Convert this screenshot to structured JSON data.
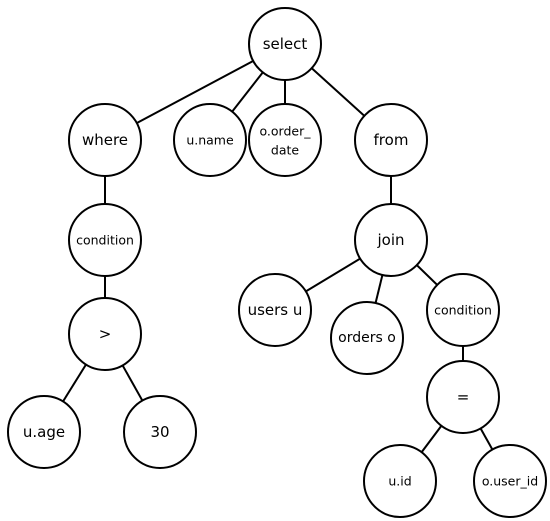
{
  "tree": {
    "nodes": [
      {
        "id": "select",
        "label": "select"
      },
      {
        "id": "where",
        "label": "where"
      },
      {
        "id": "u_name",
        "label": "u.name"
      },
      {
        "id": "o_order",
        "label": [
          "o.order_",
          "date"
        ]
      },
      {
        "id": "from",
        "label": "from"
      },
      {
        "id": "cond1",
        "label": "condition"
      },
      {
        "id": "gt",
        "label": ">"
      },
      {
        "id": "u_age",
        "label": "u.age"
      },
      {
        "id": "n30",
        "label": "30"
      },
      {
        "id": "join",
        "label": "join"
      },
      {
        "id": "users_u",
        "label": "users u"
      },
      {
        "id": "orders_o",
        "label": "orders o"
      },
      {
        "id": "cond2",
        "label": "condition"
      },
      {
        "id": "eq",
        "label": "="
      },
      {
        "id": "u_id",
        "label": "u.id"
      },
      {
        "id": "o_user_id",
        "label": "o.user_id"
      }
    ],
    "edges": [
      [
        "select",
        "where"
      ],
      [
        "select",
        "u_name"
      ],
      [
        "select",
        "o_order"
      ],
      [
        "select",
        "from"
      ],
      [
        "where",
        "cond1"
      ],
      [
        "cond1",
        "gt"
      ],
      [
        "gt",
        "u_age"
      ],
      [
        "gt",
        "n30"
      ],
      [
        "from",
        "join"
      ],
      [
        "join",
        "users_u"
      ],
      [
        "join",
        "orders_o"
      ],
      [
        "join",
        "cond2"
      ],
      [
        "cond2",
        "eq"
      ],
      [
        "eq",
        "u_id"
      ],
      [
        "eq",
        "o_user_id"
      ]
    ]
  }
}
